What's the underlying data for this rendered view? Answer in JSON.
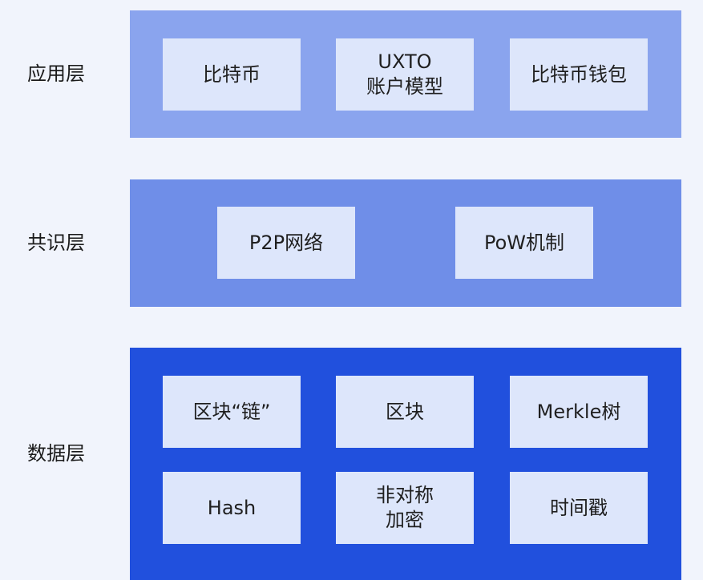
{
  "layers": {
    "app": {
      "label": "应用层",
      "boxes": [
        {
          "lines": [
            "比特币"
          ]
        },
        {
          "lines": [
            "UXTO",
            "账户模型"
          ]
        },
        {
          "lines": [
            "比特币钱包"
          ]
        }
      ]
    },
    "consensus": {
      "label": "共识层",
      "boxes": [
        {
          "lines": [
            "P2P网络"
          ]
        },
        {
          "lines": [
            "PoW机制"
          ]
        }
      ]
    },
    "data": {
      "label": "数据层",
      "boxes": [
        {
          "lines": [
            "区块“链”"
          ]
        },
        {
          "lines": [
            "区块"
          ]
        },
        {
          "lines": [
            "Merkle树"
          ]
        },
        {
          "lines": [
            "Hash"
          ]
        },
        {
          "lines": [
            "非对称",
            "加密"
          ]
        },
        {
          "lines": [
            "时间戳"
          ]
        }
      ]
    }
  },
  "colors": {
    "background": "#f1f4fc",
    "app_band": "#8aa4ee",
    "consensus_band": "#6f8ee8",
    "data_band": "#2150dd",
    "box": "#dde6fb"
  }
}
